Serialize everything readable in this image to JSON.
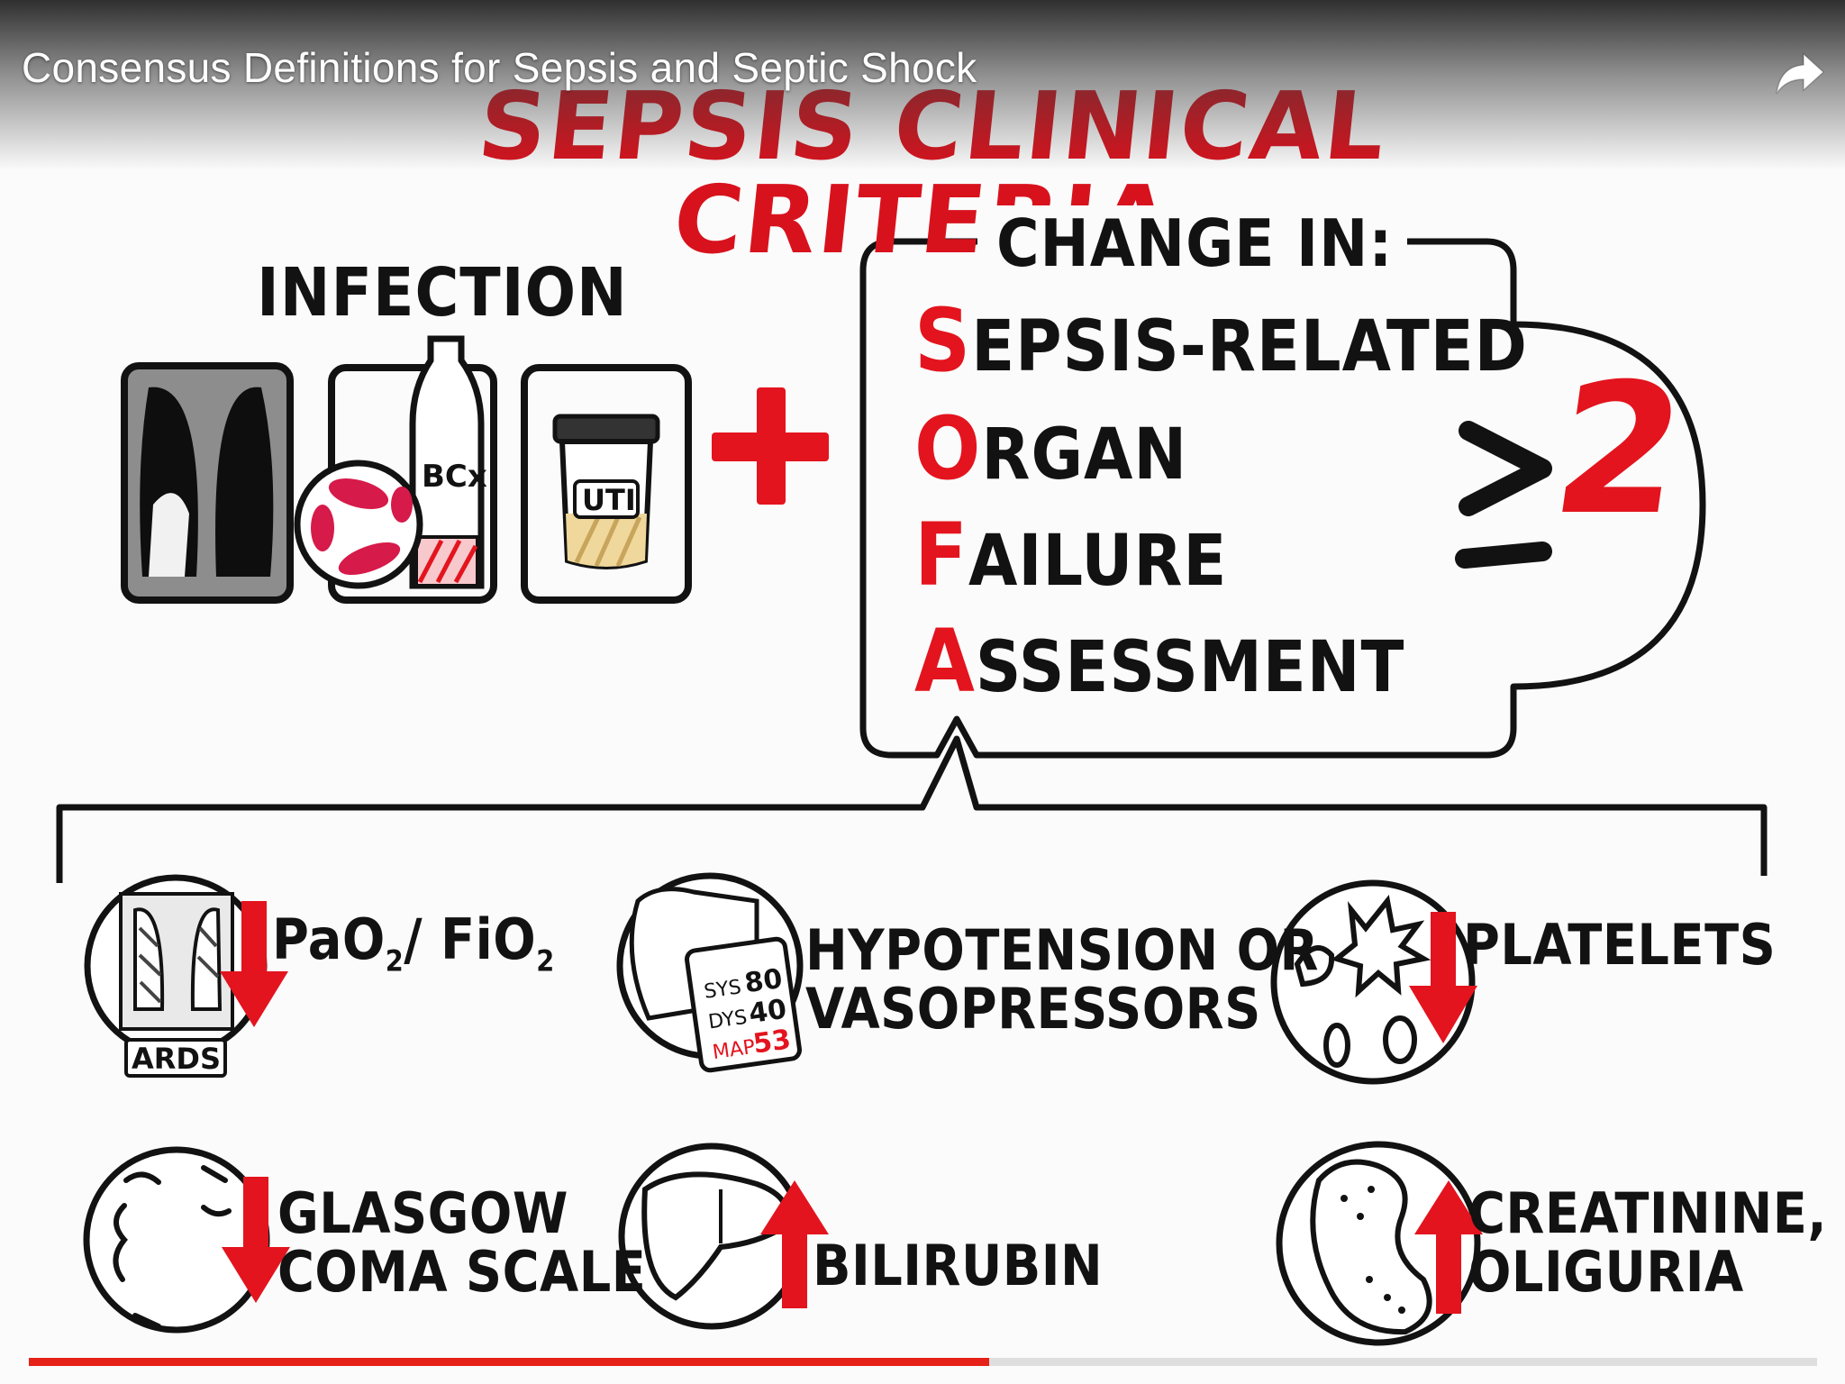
{
  "player": {
    "video_title": "Consensus Definitions for Sepsis and Septic Shock",
    "progress_fraction": 0.537,
    "accent_color": "#e62117",
    "share_icon": "share-arrow-icon"
  },
  "slide": {
    "heading": "SEPSIS CLINICAL CRITERIA",
    "infection_label": "INFECTION",
    "infection_icons": {
      "bottle_label": "BCx",
      "cup_label": "UTI"
    },
    "plus_icon": "plus-icon",
    "change_in_label": "CHANGE IN:",
    "sofa": [
      {
        "initial": "S",
        "rest": "EPSIS-RELATED"
      },
      {
        "initial": "O",
        "rest": "RGAN"
      },
      {
        "initial": "F",
        "rest": "AILURE"
      },
      {
        "initial": "A",
        "rest": "SSESSMENT"
      }
    ],
    "threshold_symbol": "≥",
    "threshold_value": "2",
    "criteria": [
      {
        "label_main": "PaO",
        "sub1": "2",
        "mid": "/ FiO",
        "sub2": "2",
        "icon_badge": "ARDS",
        "direction": "down"
      },
      {
        "line1": "HYPOTENSION OR",
        "line2": "VASOPRESSORS",
        "direction": "none",
        "monitor": {
          "sys_label": "SYS",
          "sys": "80",
          "dys_label": "DYS",
          "dys": "40",
          "map_label": "MAP",
          "map": "53"
        }
      },
      {
        "line1": "PLATELETS",
        "direction": "down"
      },
      {
        "line1": "GLASGOW",
        "line2": "COMA SCALE",
        "direction": "down"
      },
      {
        "line1": "BILIRUBIN",
        "direction": "up"
      },
      {
        "line1": "CREATININE,",
        "line2": "OLIGURIA",
        "direction": "up"
      }
    ],
    "colors": {
      "red": "#e3141e",
      "ink": "#121212"
    }
  }
}
